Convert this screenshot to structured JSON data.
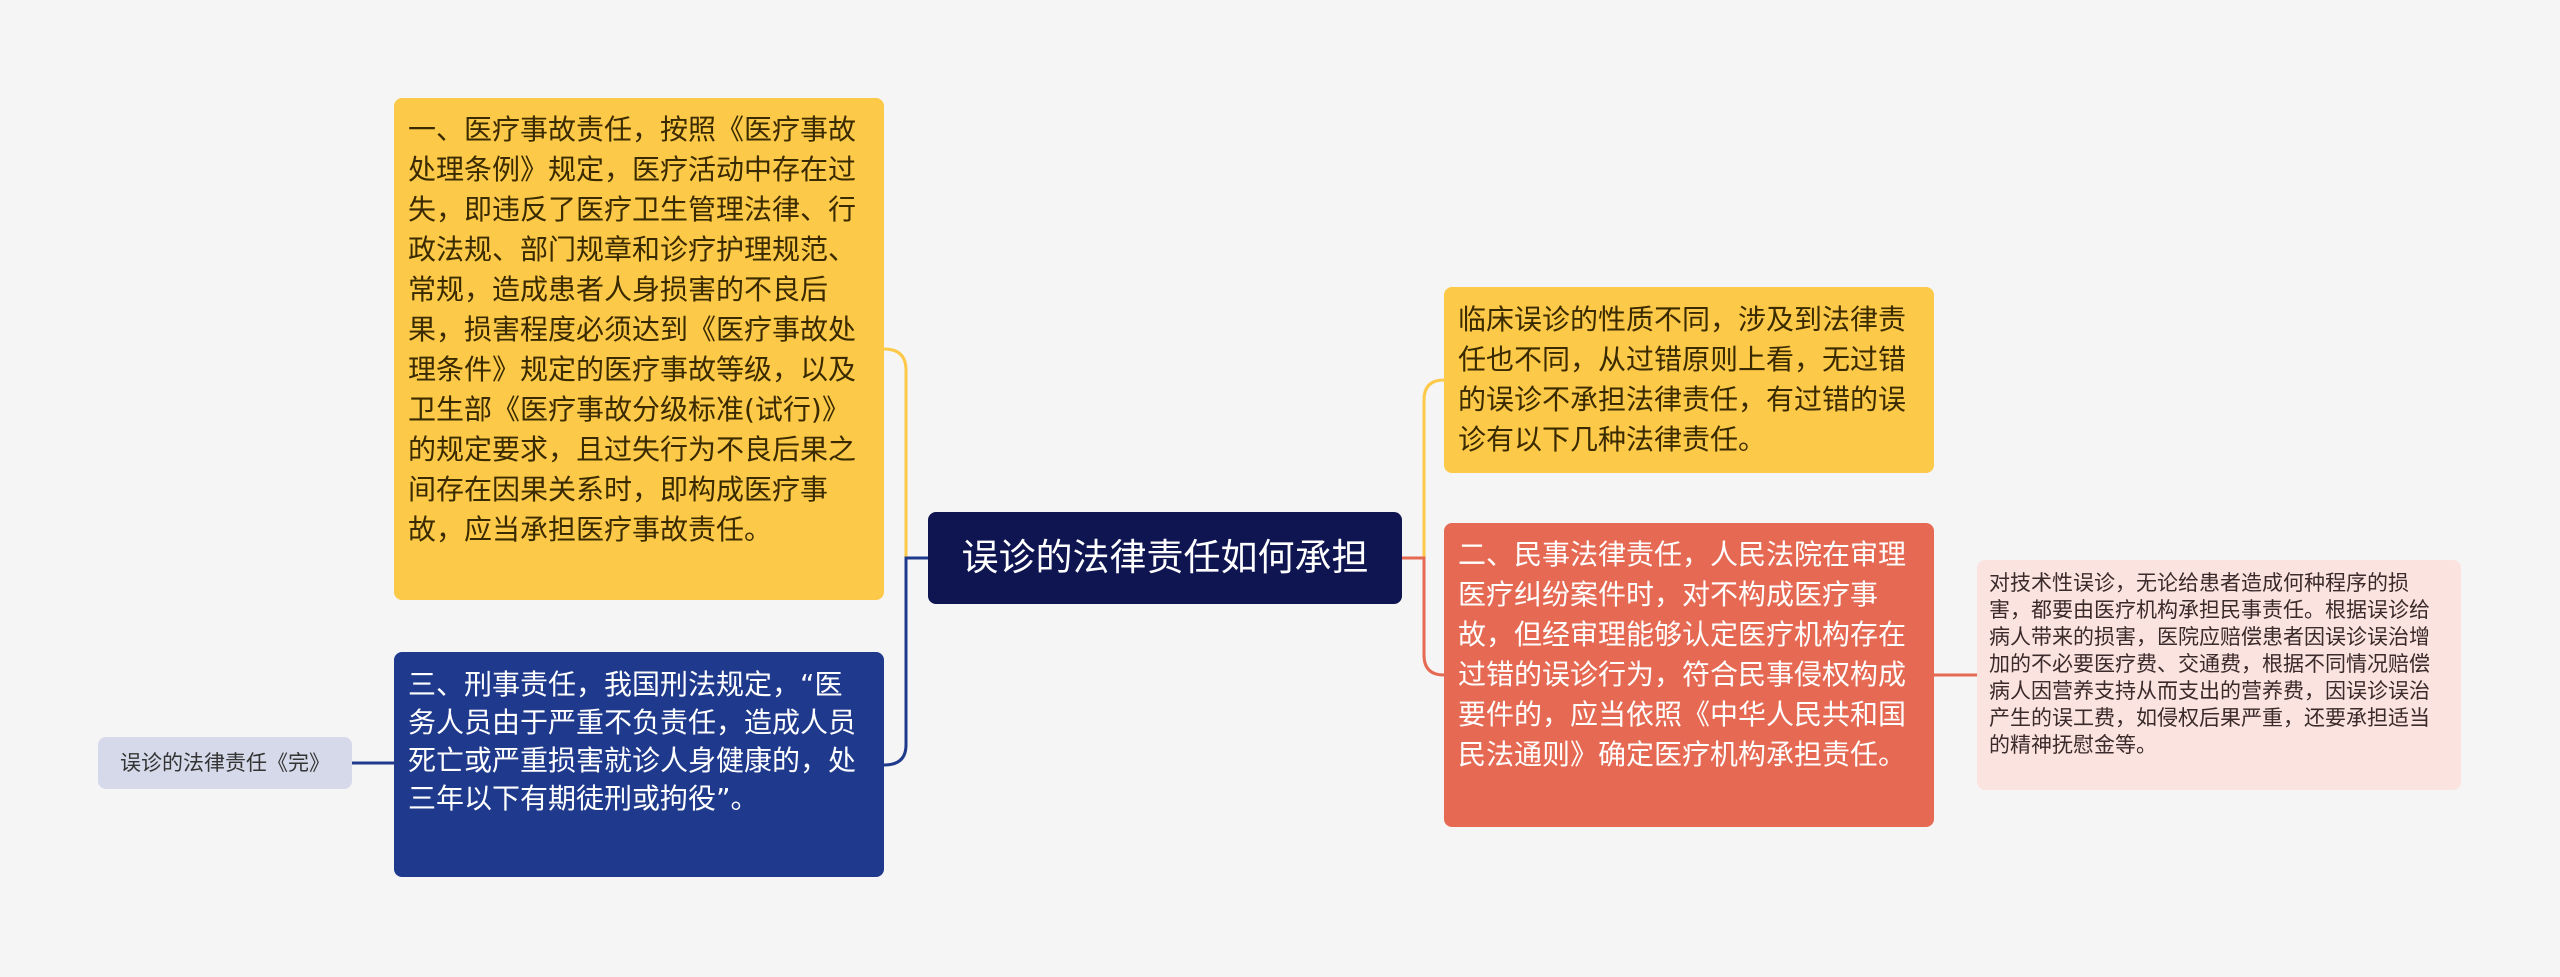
{
  "mindmap": {
    "root": {
      "label": "误诊的法律责任如何承担"
    },
    "left": [
      {
        "id": "medical",
        "label": "一、医疗事故责任，按照《医疗事故处理条例》规定，医疗活动中存在过失，即违反了医疗卫生管理法律、行政法规、部门规章和诊疗护理规范、常规，造成患者人身损害的不良后果，损害程度必须达到《医疗事故处理条件》规定的医疗事故等级，以及卫生部《医疗事故分级标准(试行)》的规定要求，且过失行为不良后果之间存在因果关系时，即构成医疗事故，应当承担医疗事故责任。",
        "color": "#fdc948"
      },
      {
        "id": "criminal",
        "label": "三、刑事责任，我国刑法规定，“医务人员由于严重不负责任，造成人员死亡或严重损害就诊人身健康的，处三年以下有期徒刑或拘役”。",
        "color": "#1f3a8c",
        "children": [
          {
            "id": "complete",
            "label": "误诊的法律责任《完》",
            "color": "#d6d9ea"
          }
        ]
      }
    ],
    "right": [
      {
        "id": "intro",
        "label": "临床误诊的性质不同，涉及到法律责任也不同，从过错原则上看，无过错的误诊不承担法律责任，有过错的误诊有以下几种法律责任。",
        "color": "#fdc948"
      },
      {
        "id": "civil",
        "label": "二、民事法律责任，人民法院在审理医疗纠纷案件时，对不构成医疗事故，但经审理能够认定医疗机构存在过错的误诊行为，符合民事侵权构成要件的，应当依照《中华人民共和国民法通则》确定医疗机构承担责任。",
        "color": "#e66a53",
        "children": [
          {
            "id": "civil-detail",
            "label": "对技术性误诊，无论给患者造成何种程序的损害，都要由医疗机构承担民事责任。根据误诊给病人带来的损害，医院应赔偿患者因误诊误治增加的不必要医疗费、交通费，根据不同情况赔偿病人因营养支持从而支出的营养费，因误诊误治产生的误工费，如侵权后果严重，还要承担适当的精神抚慰金等。",
            "color": "#fbe4e0"
          }
        ]
      }
    ],
    "colors": {
      "background": "#f5f5f6",
      "root": "#0e1550",
      "connector_yellow": "#fdc948",
      "connector_blue": "#1f3a8c",
      "connector_salmon": "#e66a53"
    }
  }
}
